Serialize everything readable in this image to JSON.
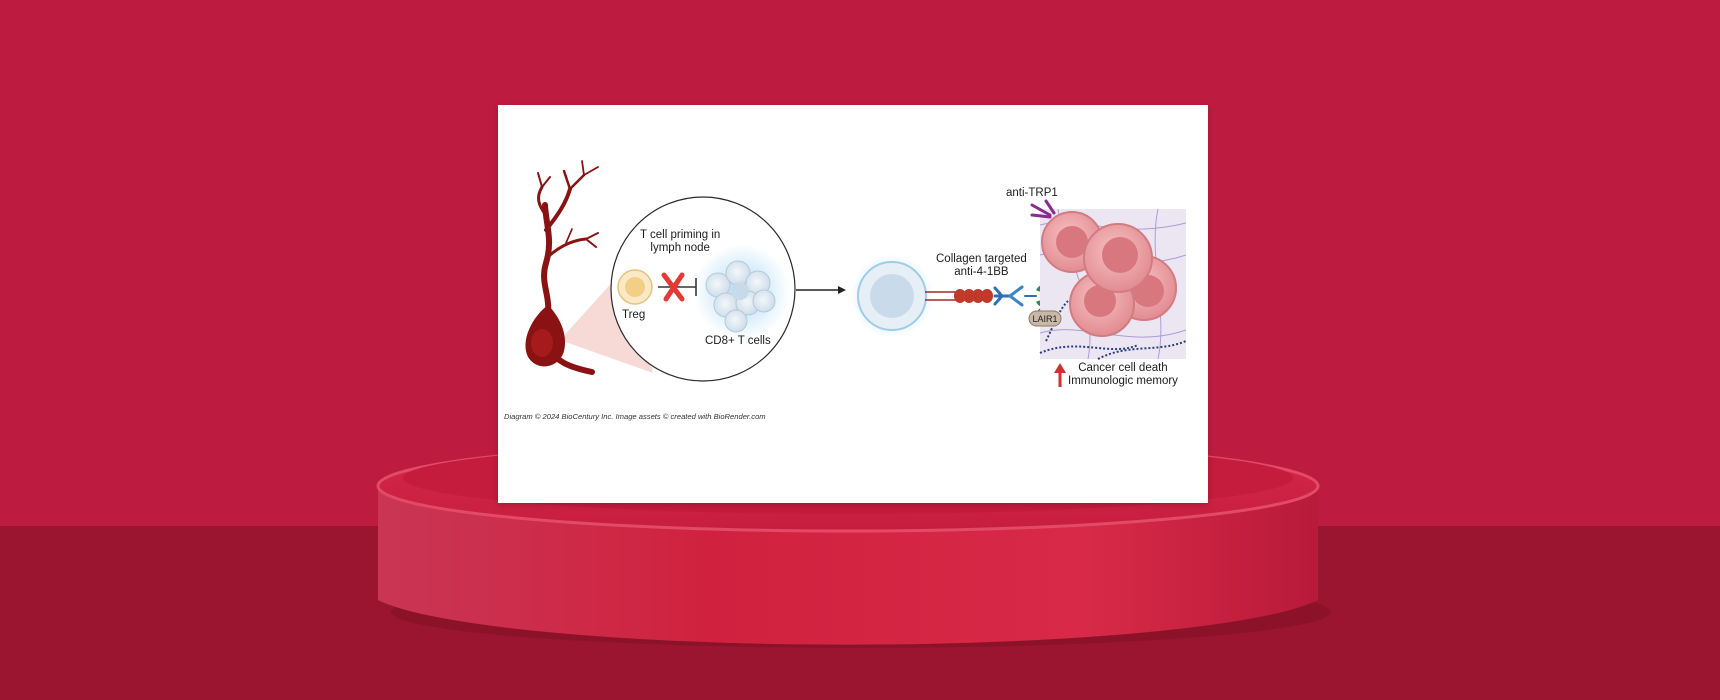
{
  "diagram": {
    "labels": {
      "priming": "T cell priming in\nlymph node",
      "treg": "Treg",
      "cd8": "CD8+ T cells",
      "collagen": "Collagen targeted\nanti-4-1BB",
      "anti_trp1": "anti-TRP1",
      "lair1": "LAIR1",
      "outcome_1": "Cancer cell death",
      "outcome_2": "Immunologic memory"
    },
    "credit": "Diagram © 2024 BioCentury Inc. Image assets © created with BioRender.com"
  },
  "colors": {
    "background": "#bd1c40",
    "floor": "#9b1530",
    "podium": "#cf2143",
    "card": "#ffffff",
    "neuron": "#8a1212",
    "inhibit_x": "#e53935",
    "tumor": "#e8a0a4",
    "arrow_up": "#d32f2f"
  }
}
